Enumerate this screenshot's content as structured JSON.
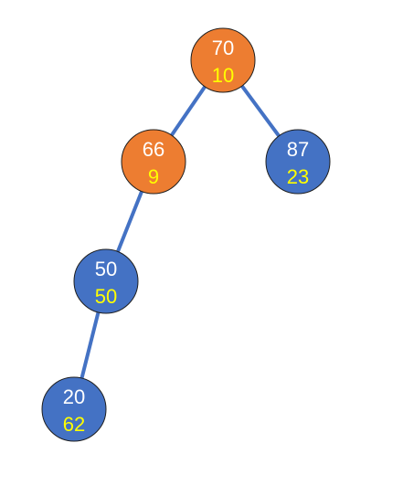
{
  "colors": {
    "edge": "#4472C4",
    "orange_fill": "#ED7D31",
    "blue_fill": "#4472C4",
    "node_stroke": "#1F1F1F",
    "key_text": "#FFFFFF",
    "priority_text": "#FFFF00"
  },
  "tree": {
    "nodes": [
      {
        "id": "n70",
        "key": "70",
        "priority": "10",
        "color": "orange"
      },
      {
        "id": "n66",
        "key": "66",
        "priority": "9",
        "color": "orange"
      },
      {
        "id": "n87",
        "key": "87",
        "priority": "23",
        "color": "blue"
      },
      {
        "id": "n50",
        "key": "50",
        "priority": "50",
        "color": "blue"
      },
      {
        "id": "n20",
        "key": "20",
        "priority": "62",
        "color": "blue"
      }
    ],
    "edges": [
      {
        "from": "n70",
        "to": "n66"
      },
      {
        "from": "n70",
        "to": "n87"
      },
      {
        "from": "n66",
        "to": "n50"
      },
      {
        "from": "n50",
        "to": "n20"
      }
    ]
  }
}
